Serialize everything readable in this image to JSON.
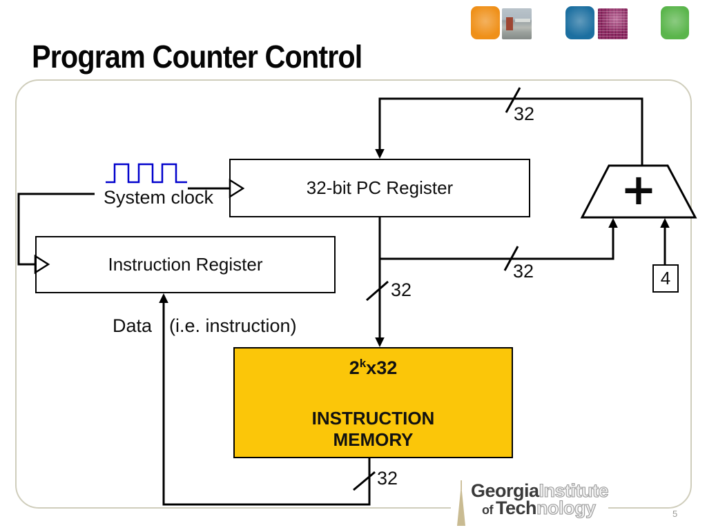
{
  "slide": {
    "title": "Program Counter Control",
    "page_number": "5"
  },
  "header": {
    "thumbnails": {
      "orange_tile_color": "#EF9019",
      "blue_tile_color": "#1C6FA0",
      "green_tile_color": "#5AB54B",
      "circuit_photo_color": "#8E2A62"
    }
  },
  "diagram": {
    "pc_register_label": "32-bit PC Register",
    "instruction_register_label": "Instruction Register",
    "memory": {
      "title_base": "2",
      "title_sup": "k",
      "title_rest": "x32",
      "line1": "INSTRUCTION",
      "line2": "MEMORY",
      "fill_color": "#FBC609"
    },
    "adder_symbol": "+",
    "constant_label": "4",
    "system_clock_label": "System clock",
    "data_label": "Data",
    "data_note": "(i.e. instruction)",
    "bus_width_top": "32",
    "bus_width_pc_out": "32",
    "bus_width_adder_in": "32",
    "bus_width_mem_out": "32",
    "wire_color": "#000000",
    "clock_color": "#0000CC"
  },
  "logo": {
    "word1_solid": "Georgia",
    "word1_outline": "Institute",
    "word2_prefix": "of",
    "word2_solid": "Tech",
    "word2_outline": "nology"
  }
}
